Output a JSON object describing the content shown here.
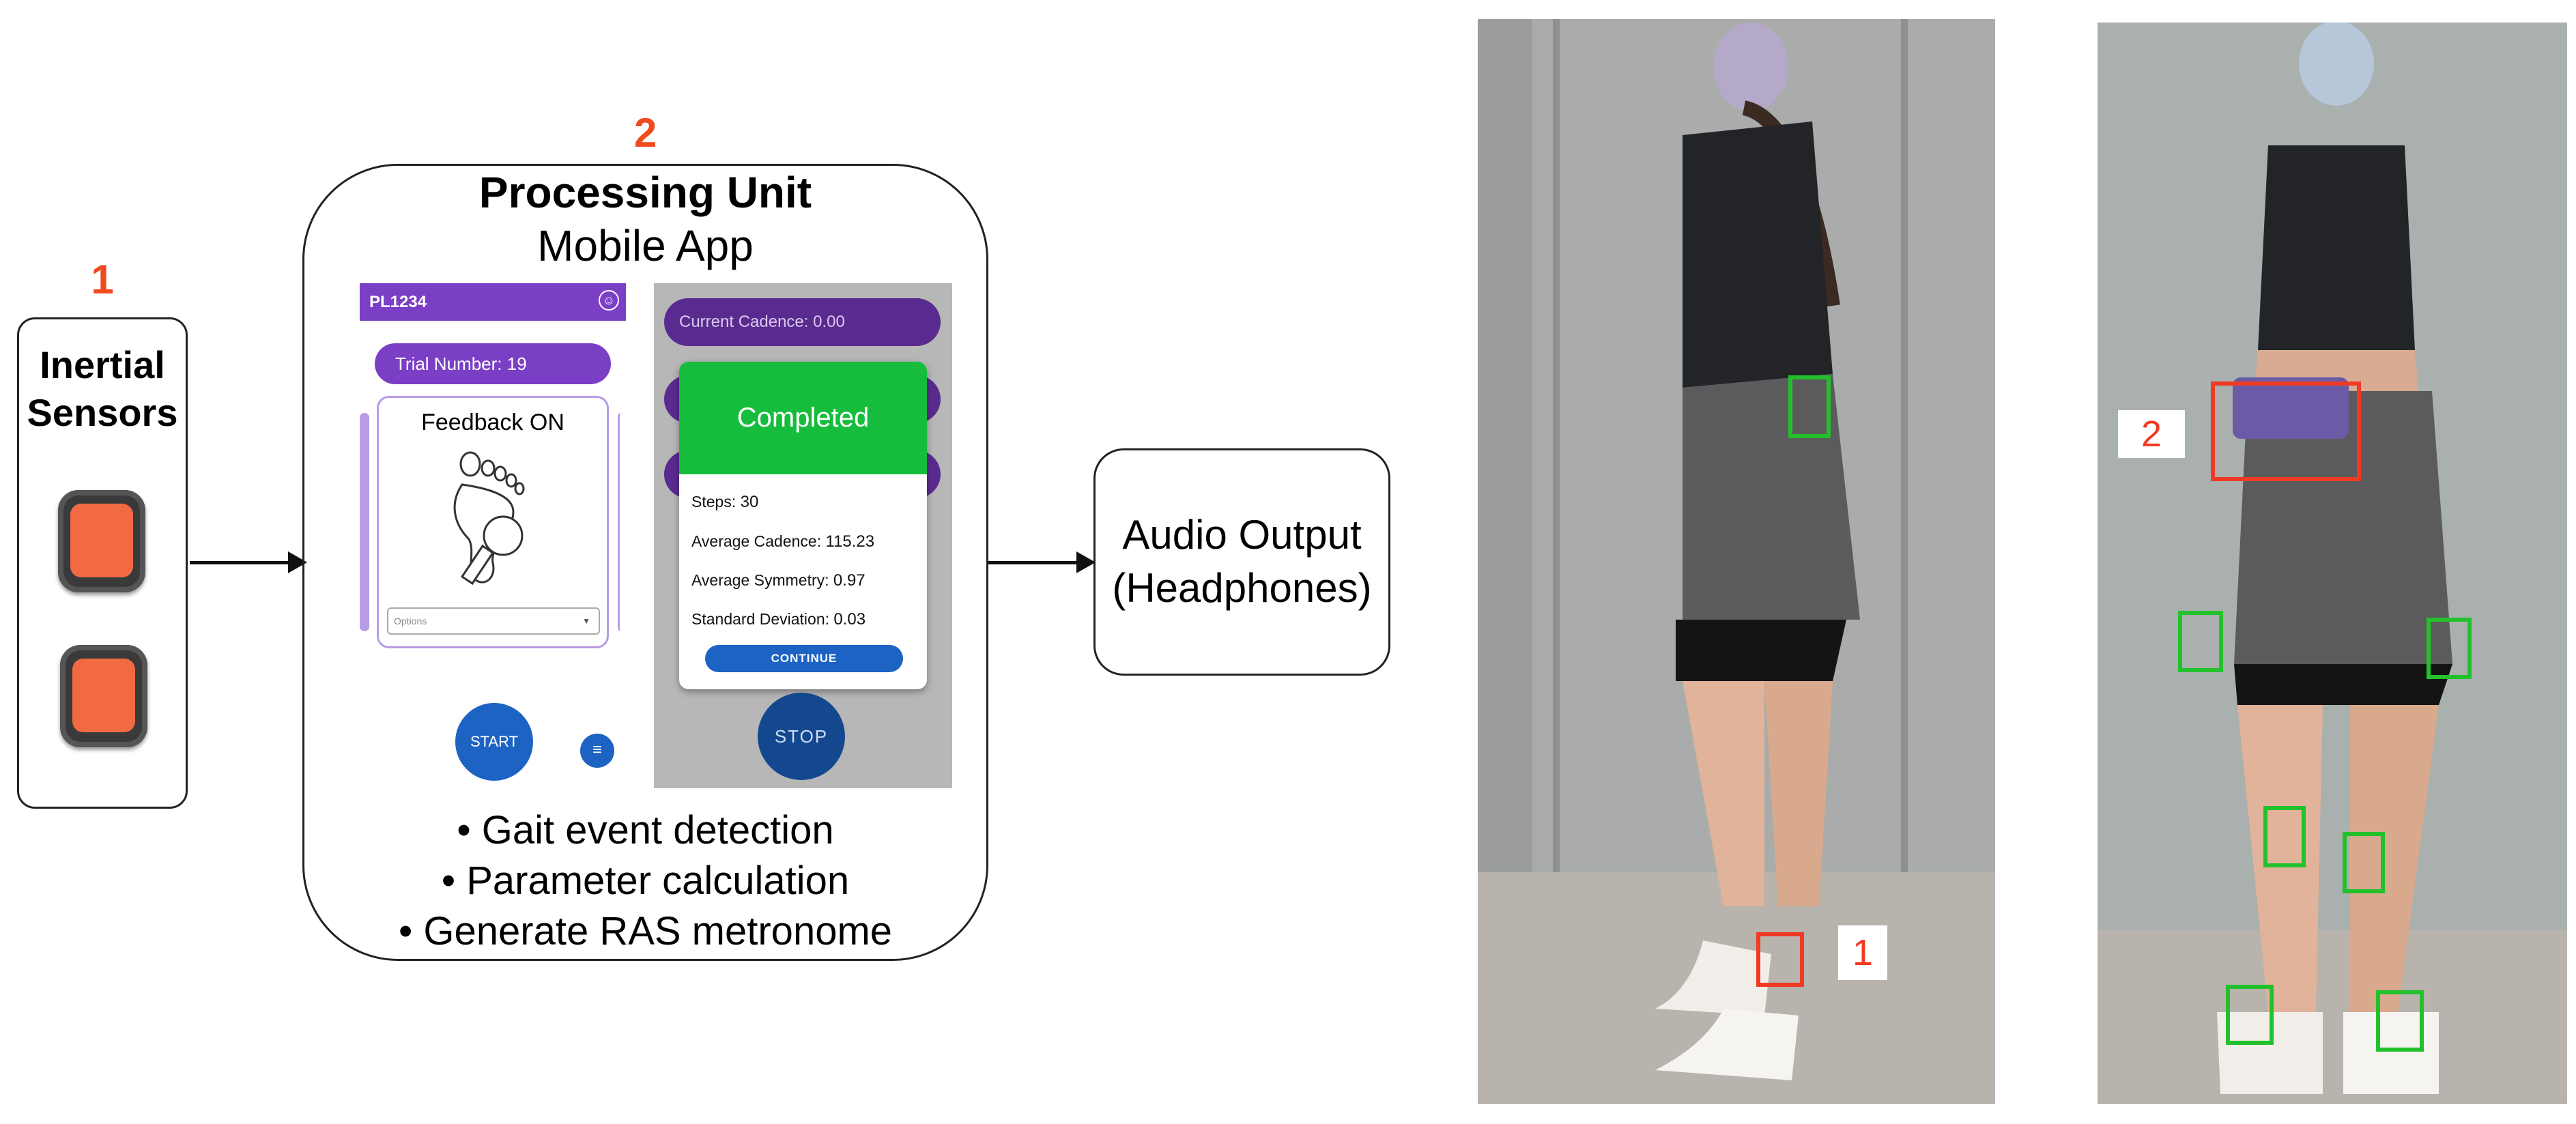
{
  "sensors": {
    "step_number": "1",
    "title_line1": "Inertial",
    "title_line2": "Sensors",
    "icon": "inertial-sensor-icon"
  },
  "processing_unit": {
    "step_number": "2",
    "title": "Processing Unit",
    "subtitle": "Mobile App",
    "bullets": [
      "• Gait event detection",
      "• Parameter calculation",
      "• Generate RAS metronome"
    ]
  },
  "phone_left": {
    "header_id": "PL1234",
    "trial_label": "Trial Number: 19",
    "feedback_label": "Feedback ON",
    "options_placeholder": "Options",
    "start_label": "START",
    "icons": [
      "person-icon",
      "footprint-icon",
      "menu-icon",
      "caret-down-icon"
    ]
  },
  "phone_right": {
    "cadence_label": "Current Cadence: 0.00",
    "modal_title": "Completed",
    "stats": [
      {
        "label": "Steps:",
        "value": "30"
      },
      {
        "label": "Average Cadence:",
        "value": "115.23"
      },
      {
        "label": "Average Symmetry:",
        "value": "0.97"
      },
      {
        "label": "Standard Deviation:",
        "value": "0.03"
      }
    ],
    "continue_label": "CONTINUE",
    "stop_label": "STOP"
  },
  "audio": {
    "line1": "Audio Output",
    "line2": "(Headphones)"
  },
  "photos": {
    "side_label": "1",
    "front_label": "2"
  },
  "colors": {
    "accent_number": "#f04a1e",
    "app_purple": "#7b3fc6",
    "app_green": "#16bd3c",
    "app_blue": "#1c63c4",
    "sensor_box_green": "#22c12b",
    "highlight_red": "#f03a24"
  }
}
